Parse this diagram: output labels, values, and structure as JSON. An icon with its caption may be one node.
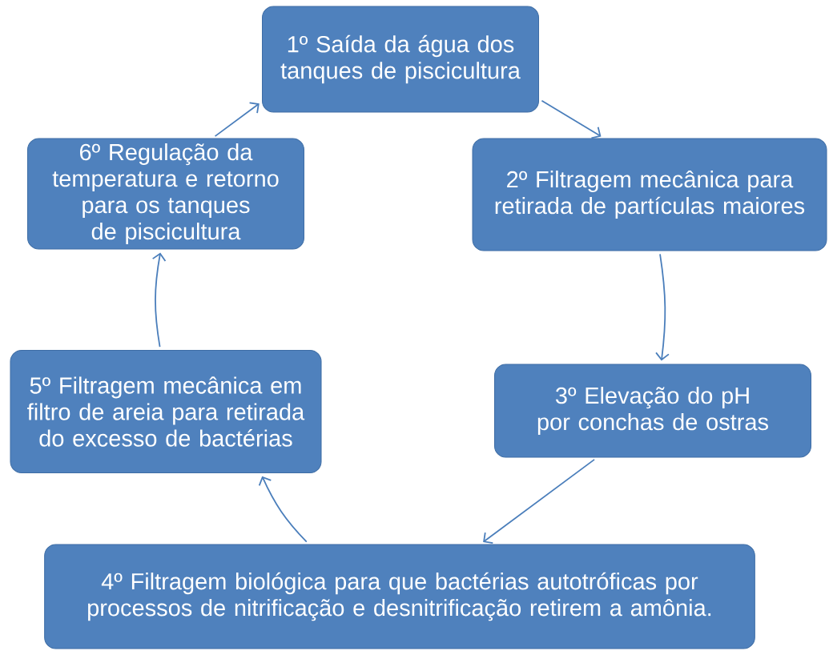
{
  "diagram": {
    "nodes": [
      {
        "text": [
          "1º Saída da água dos tanques de piscicultura"
        ]
      },
      {
        "text": [
          "2º Filtragem mecânica para retirada de partículas maiores"
        ]
      },
      {
        "text": [
          "3º Elevação do pH por conchas de ostras"
        ]
      },
      {
        "text": [
          "4º Filtragem biológica para que bactérias autotróficas por processos de nitrificação e desnitrificação retirem a amônia."
        ]
      },
      {
        "text": [
          "5º Filtragem mecânica em filtro de areia para retirada do excesso de bactérias"
        ]
      },
      {
        "text": [
          "6º Regulação da temperatura e retorno para os tanques de piscicultura"
        ]
      }
    ],
    "edges": [
      {
        "from": 0,
        "to": 1,
        "arrow": "to"
      },
      {
        "from": 1,
        "to": 2,
        "arrow": "to"
      },
      {
        "from": 2,
        "to": 3,
        "arrow": "to"
      },
      {
        "from": 3,
        "to": 4,
        "arrow": "to"
      },
      {
        "from": 4,
        "to": 5,
        "arrow": "to"
      },
      {
        "from": 5,
        "to": 0,
        "arrow": "to"
      }
    ]
  }
}
